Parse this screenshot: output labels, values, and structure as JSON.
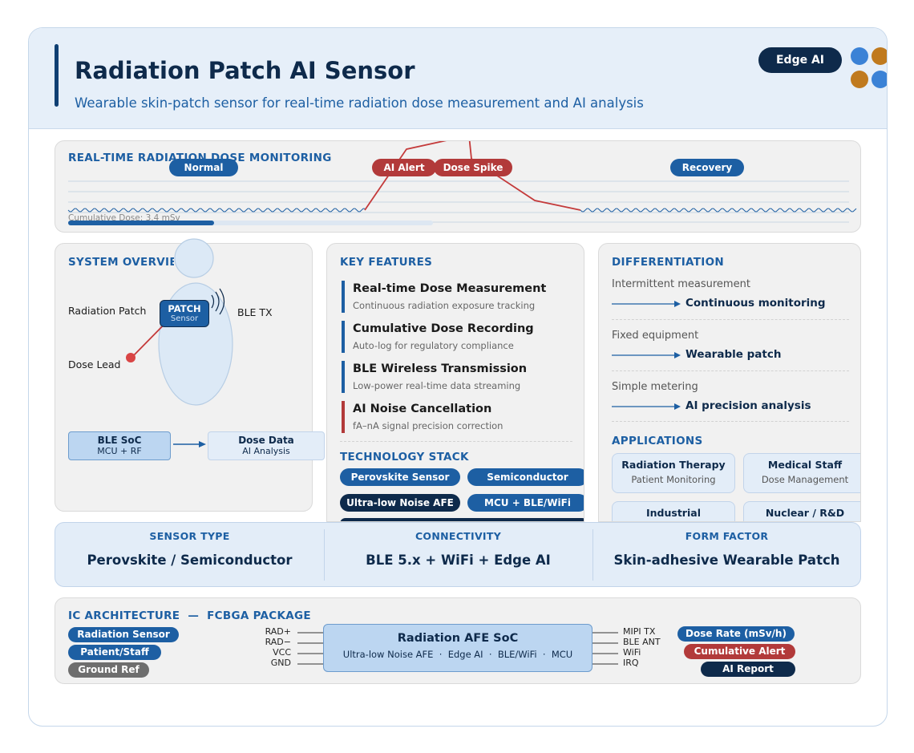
{
  "header": {
    "title": "Radiation Patch AI Sensor",
    "subtitle": "Wearable skin-patch sensor for real-time radiation dose measurement and AI analysis",
    "badge": "Edge AI",
    "dot_colors": [
      "#3b82d6",
      "#c07a1e",
      "#c07a1e",
      "#3b82d6"
    ]
  },
  "monitoring": {
    "title": "REAL-TIME RADIATION DOSE MONITORING",
    "labels": [
      "Normal",
      "AI Alert",
      "Dose Spike",
      "Recovery"
    ],
    "cumulative": "Cumulative Dose: 3.4 mSv",
    "cumulative_fill": 0.4
  },
  "overview": {
    "title": "SYSTEM OVERVIEW",
    "radiation_patch": "Radiation Patch",
    "patch": "PATCH",
    "sensor": "Sensor",
    "ble_tx": "BLE TX",
    "dose_lead": "Dose Lead",
    "soc_title": "BLE SoC",
    "soc_sub": "MCU + RF",
    "data_title": "Dose Data",
    "data_sub": "AI Analysis"
  },
  "features": {
    "title": "KEY FEATURES",
    "items": [
      {
        "title": "Real-time Dose Measurement",
        "sub": "Continuous radiation exposure tracking",
        "color": "#1d5fa3"
      },
      {
        "title": "Cumulative Dose Recording",
        "sub": "Auto-log for regulatory compliance",
        "color": "#1d5fa3"
      },
      {
        "title": "BLE Wireless Transmission",
        "sub": "Low-power real-time data streaming",
        "color": "#1d5fa3"
      },
      {
        "title": "AI Noise Cancellation",
        "sub": "fA–nA signal precision correction",
        "color": "#b23a3a"
      }
    ],
    "stack_title": "TECHNOLOGY STACK",
    "stack": [
      "Perovskite Sensor",
      "Semiconductor",
      "Ultra-low Noise AFE",
      "MCU + BLE/WiFi"
    ]
  },
  "differentiation": {
    "title": "DIFFERENTIATION",
    "items": [
      {
        "from": "Intermittent measurement",
        "to": "Continuous monitoring"
      },
      {
        "from": "Fixed equipment",
        "to": "Wearable patch"
      },
      {
        "from": "Simple metering",
        "to": "AI precision analysis"
      }
    ],
    "apps_title": "APPLICATIONS",
    "apps": [
      {
        "title": "Radiation Therapy",
        "sub": "Patient Monitoring"
      },
      {
        "title": "Medical Staff",
        "sub": "Dose Management"
      },
      {
        "title": "Industrial",
        "sub": ""
      },
      {
        "title": "Nuclear / R&D",
        "sub": ""
      }
    ]
  },
  "specs": [
    {
      "label": "SENSOR TYPE",
      "value": "Perovskite / Semiconductor"
    },
    {
      "label": "CONNECTIVITY",
      "value": "BLE 5.x + WiFi + Edge AI"
    },
    {
      "label": "FORM FACTOR",
      "value": "Skin-adhesive Wearable Patch"
    }
  ],
  "ic": {
    "title": "IC ARCHITECTURE  —  FCBGA PACKAGE",
    "inputs": [
      "Radiation Sensor",
      "Patient/Staff",
      "Ground Ref"
    ],
    "left_pins": [
      "RAD+",
      "RAD−",
      "VCC",
      "GND"
    ],
    "chip_title": "Radiation AFE SoC",
    "chip_sub": "Ultra-low Noise AFE  ·  Edge AI  ·  BLE/WiFi  ·  MCU",
    "right_pins": [
      "MIPI TX",
      "BLE ANT",
      "WiFi",
      "IRQ"
    ],
    "outputs": [
      "Dose Rate (mSv/h)",
      "Cumulative Alert",
      "AI Report"
    ]
  }
}
